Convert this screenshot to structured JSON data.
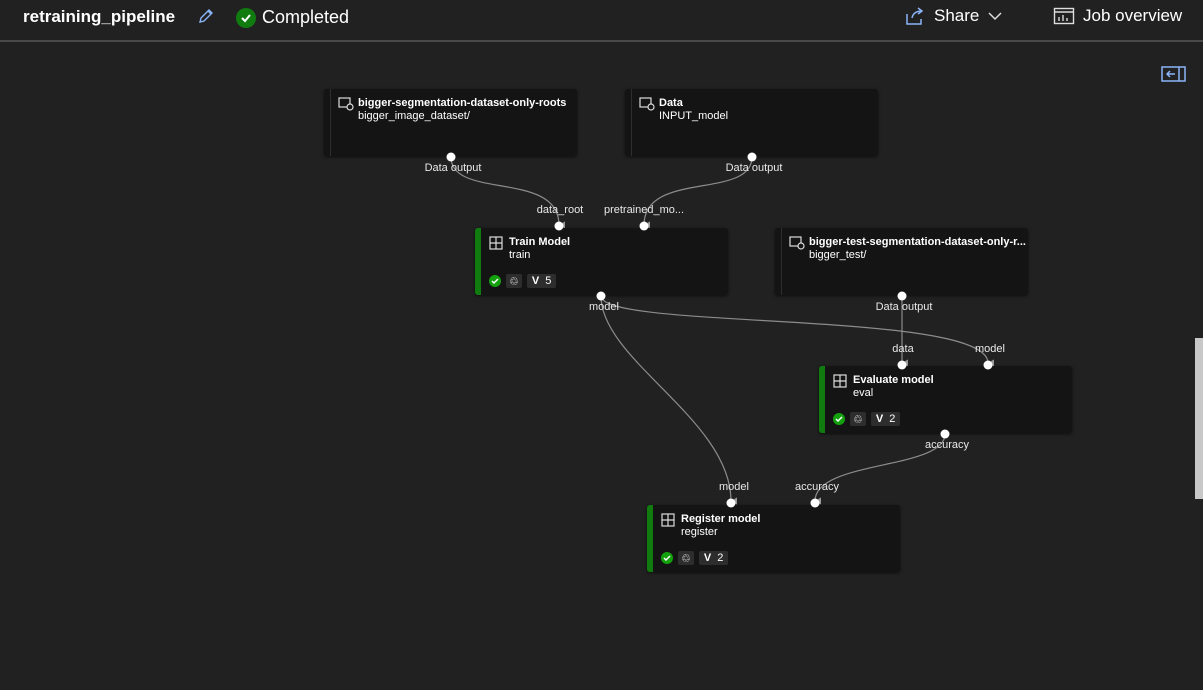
{
  "header": {
    "pipeline_name": "retraining_pipeline",
    "status": "Completed",
    "share_label": "Share",
    "job_overview_label": "Job overview"
  },
  "nodes": {
    "dataset_roots": {
      "title": "bigger-segmentation-dataset-only-roots",
      "subtitle": "bigger_image_dataset/",
      "output_label": "Data output"
    },
    "data_input_model": {
      "title": "Data",
      "subtitle": "INPUT_model",
      "output_label": "Data output"
    },
    "train_model": {
      "title": "Train Model",
      "subtitle": "train",
      "version": "5",
      "input1_label": "data_root",
      "input2_label": "pretrained_mo...",
      "output_label": "model"
    },
    "test_dataset": {
      "title": "bigger-test-segmentation-dataset-only-r...",
      "subtitle": "bigger_test/",
      "output_label": "Data output"
    },
    "evaluate_model": {
      "title": "Evaluate model",
      "subtitle": "eval",
      "version": "2",
      "input1_label": "data",
      "input2_label": "model",
      "output_label": "accuracy"
    },
    "register_model": {
      "title": "Register model",
      "subtitle": "register",
      "version": "2",
      "input1_label": "model",
      "input2_label": "accuracy"
    }
  },
  "colors": {
    "background": "#212121",
    "node": "#141414",
    "success": "#107c10",
    "accent": "#8ab4f8",
    "edge": "#8c8c8c"
  },
  "icons": [
    "edit-icon",
    "check-icon",
    "share-icon",
    "chevron-down-icon",
    "job-overview-icon",
    "panel-toggle-icon",
    "dataset-icon",
    "component-icon",
    "reuse-icon"
  ]
}
